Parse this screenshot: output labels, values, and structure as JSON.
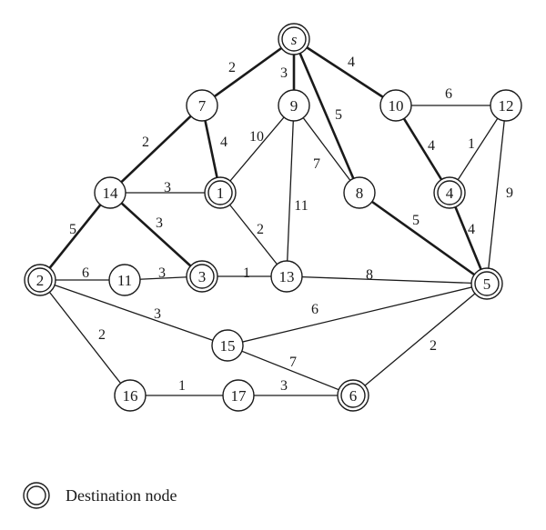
{
  "nodes": [
    {
      "id": "s",
      "label": "s",
      "destination": true,
      "italic": true
    },
    {
      "id": "7",
      "label": "7",
      "destination": false
    },
    {
      "id": "9",
      "label": "9",
      "destination": false
    },
    {
      "id": "10",
      "label": "10",
      "destination": false
    },
    {
      "id": "12",
      "label": "12",
      "destination": false
    },
    {
      "id": "14",
      "label": "14",
      "destination": false
    },
    {
      "id": "1",
      "label": "1",
      "destination": true
    },
    {
      "id": "8",
      "label": "8",
      "destination": false
    },
    {
      "id": "4",
      "label": "4",
      "destination": true
    },
    {
      "id": "2",
      "label": "2",
      "destination": true
    },
    {
      "id": "11",
      "label": "11",
      "destination": false
    },
    {
      "id": "3",
      "label": "3",
      "destination": true
    },
    {
      "id": "13",
      "label": "13",
      "destination": false
    },
    {
      "id": "5",
      "label": "5",
      "destination": true
    },
    {
      "id": "15",
      "label": "15",
      "destination": false
    },
    {
      "id": "16",
      "label": "16",
      "destination": false
    },
    {
      "id": "17",
      "label": "17",
      "destination": false
    },
    {
      "id": "6",
      "label": "6",
      "destination": true
    }
  ],
  "edges": [
    {
      "from": "s",
      "to": "7",
      "weight": "2",
      "bold": true
    },
    {
      "from": "s",
      "to": "9",
      "weight": "3",
      "bold": true
    },
    {
      "from": "s",
      "to": "10",
      "weight": "4",
      "bold": true
    },
    {
      "from": "s",
      "to": "8",
      "weight": "5",
      "bold": true
    },
    {
      "from": "7",
      "to": "14",
      "weight": "2",
      "bold": true
    },
    {
      "from": "7",
      "to": "1",
      "weight": "4",
      "bold": true
    },
    {
      "from": "9",
      "to": "1",
      "weight": "10",
      "bold": false
    },
    {
      "from": "9",
      "to": "8",
      "weight": "7",
      "bold": false
    },
    {
      "from": "9",
      "to": "13",
      "weight": "11",
      "bold": false
    },
    {
      "from": "10",
      "to": "12",
      "weight": "6",
      "bold": false
    },
    {
      "from": "10",
      "to": "4",
      "weight": "4",
      "bold": true
    },
    {
      "from": "12",
      "to": "4",
      "weight": "1",
      "bold": false
    },
    {
      "from": "12",
      "to": "5",
      "weight": "9",
      "bold": false
    },
    {
      "from": "14",
      "to": "1",
      "weight": "3",
      "bold": false
    },
    {
      "from": "14",
      "to": "3",
      "weight": "3",
      "bold": true
    },
    {
      "from": "14",
      "to": "2",
      "weight": "5",
      "bold": true
    },
    {
      "from": "1",
      "to": "13",
      "weight": "2",
      "bold": false
    },
    {
      "from": "8",
      "to": "5",
      "weight": "5",
      "bold": true
    },
    {
      "from": "4",
      "to": "5",
      "weight": "4",
      "bold": true
    },
    {
      "from": "2",
      "to": "11",
      "weight": "6",
      "bold": false
    },
    {
      "from": "11",
      "to": "3",
      "weight": "3",
      "bold": false
    },
    {
      "from": "3",
      "to": "13",
      "weight": "1",
      "bold": false
    },
    {
      "from": "13",
      "to": "5",
      "weight": "8",
      "bold": false
    },
    {
      "from": "2",
      "to": "15",
      "weight": "3",
      "bold": false
    },
    {
      "from": "2",
      "to": "16",
      "weight": "2",
      "bold": false
    },
    {
      "from": "15",
      "to": "5",
      "weight": "6",
      "bold": false
    },
    {
      "from": "15",
      "to": "6",
      "weight": "7",
      "bold": false
    },
    {
      "from": "16",
      "to": "17",
      "weight": "1",
      "bold": false
    },
    {
      "from": "17",
      "to": "6",
      "weight": "3",
      "bold": false
    },
    {
      "from": "6",
      "to": "5",
      "weight": "2",
      "bold": false
    }
  ],
  "legend": {
    "label": "Destination node"
  }
}
